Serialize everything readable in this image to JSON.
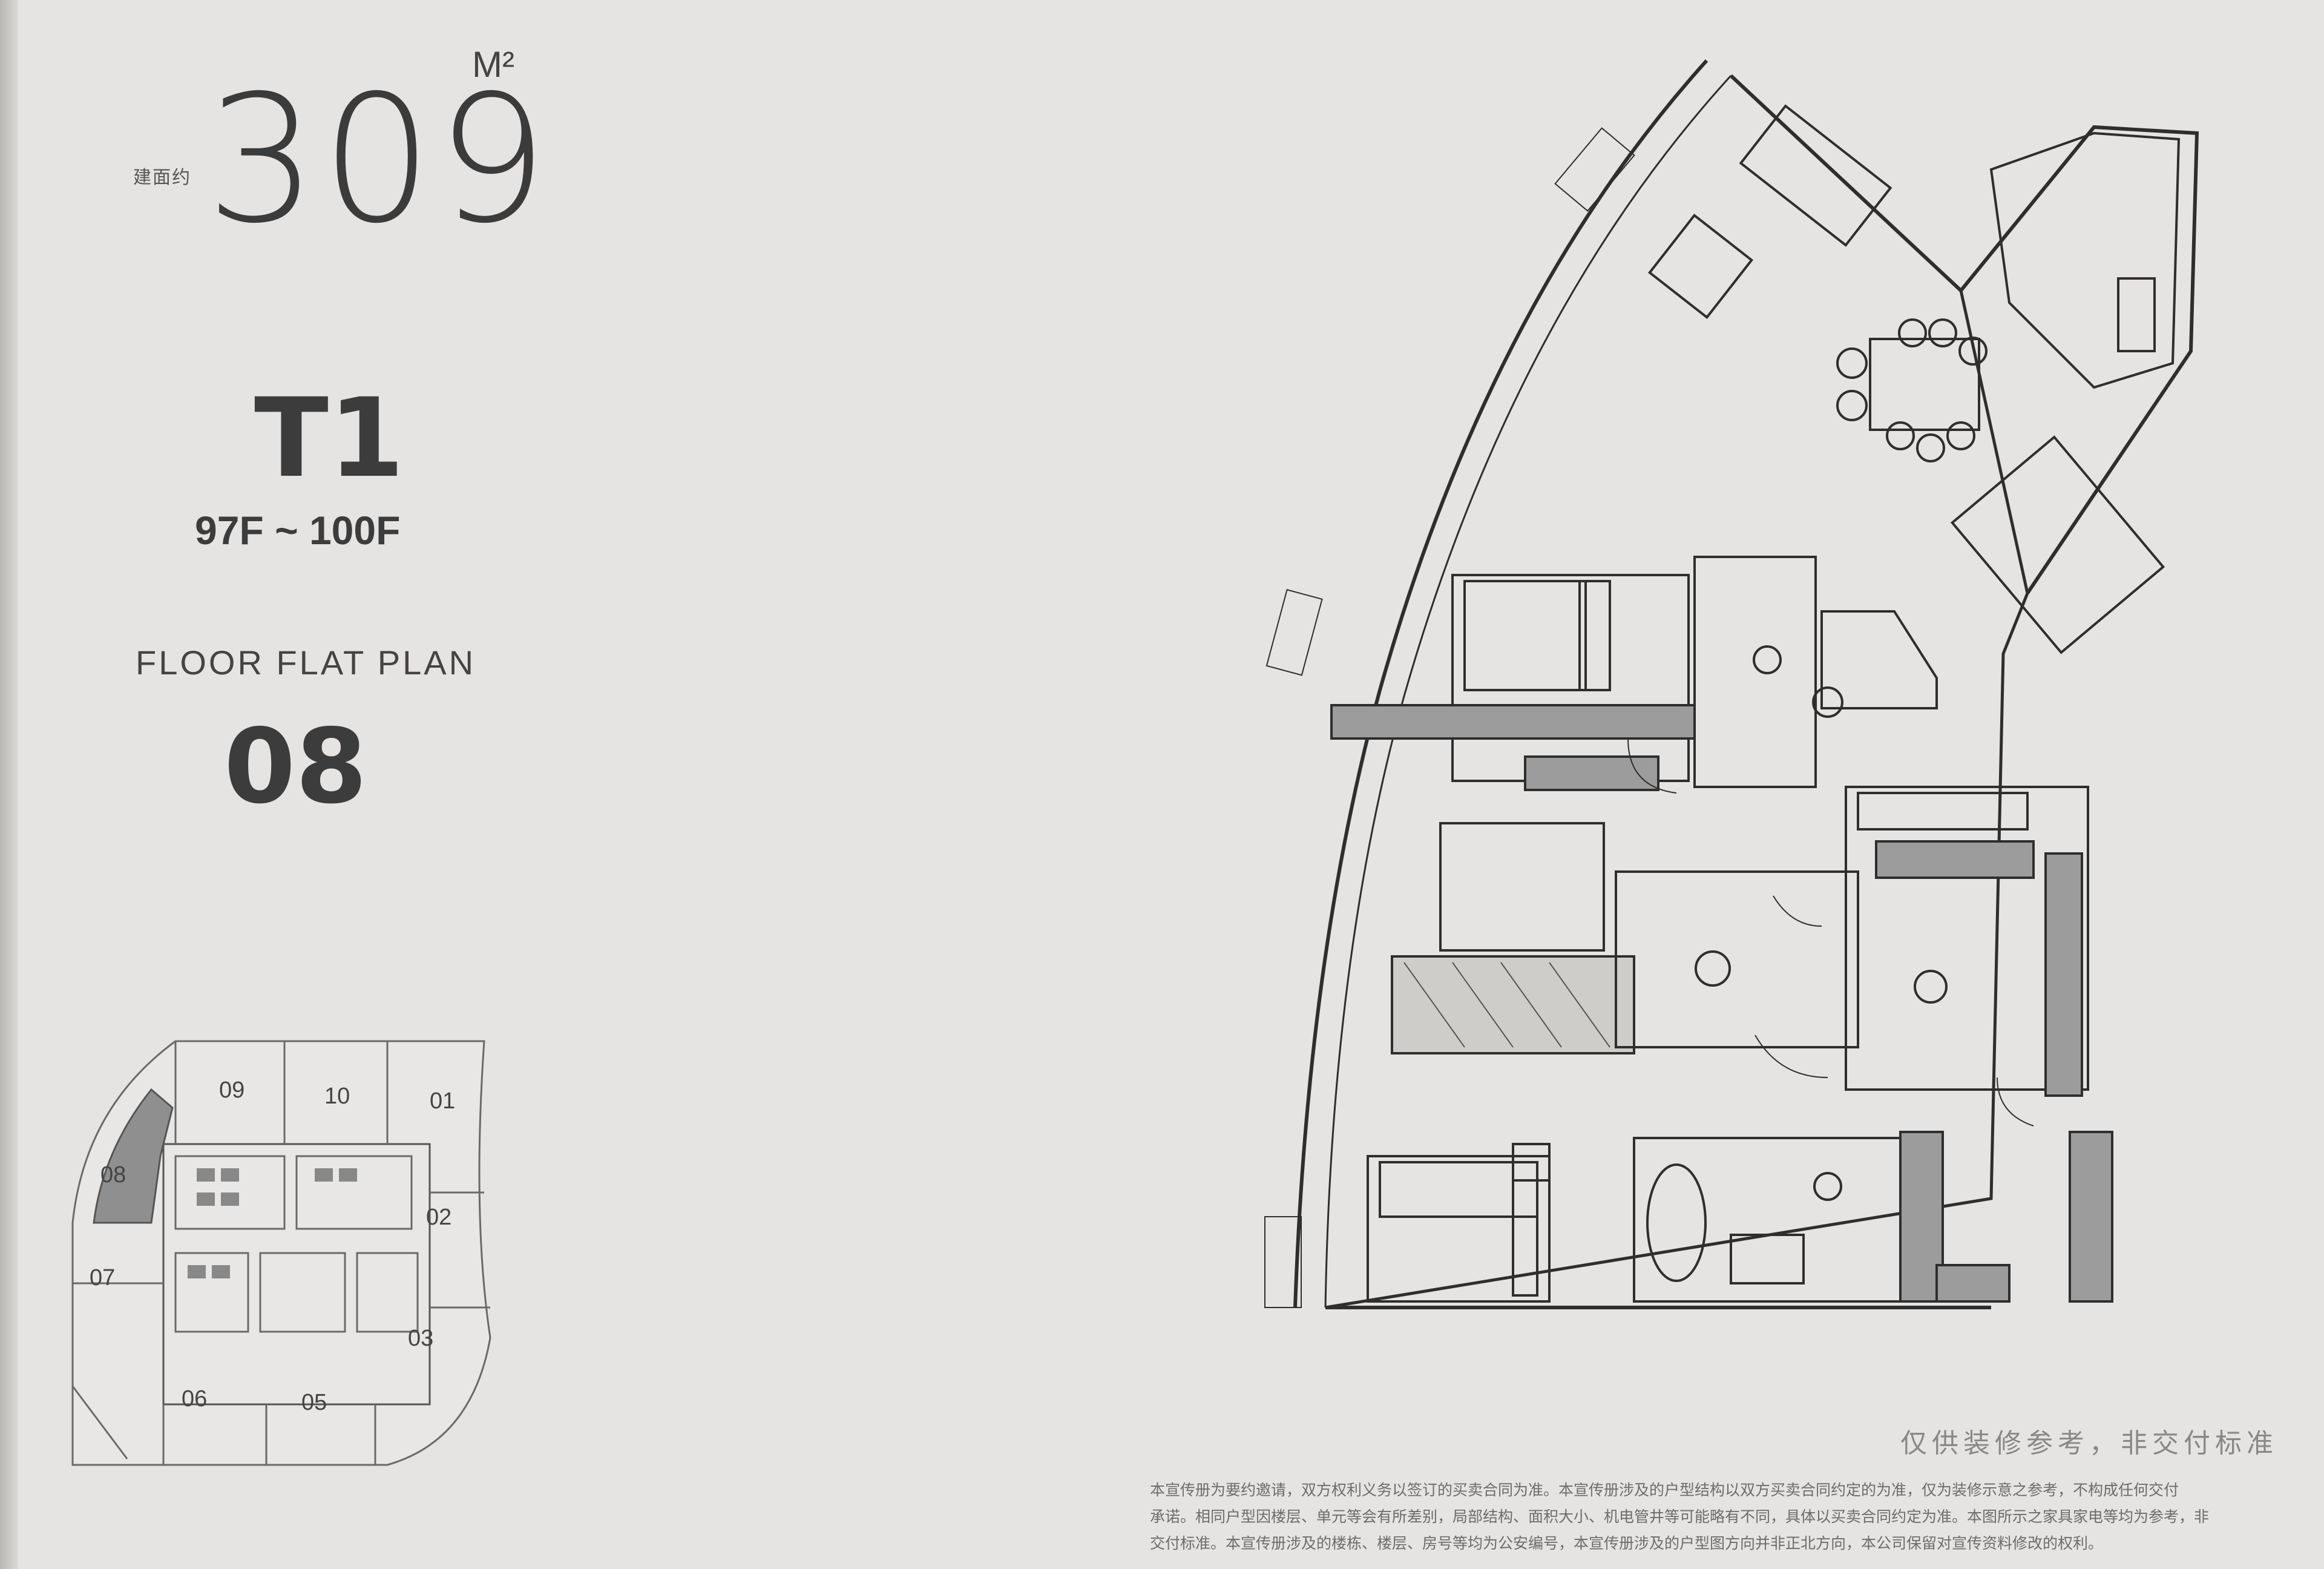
{
  "header": {
    "area_label": "建面约",
    "area_value": "309",
    "area_unit": "M²",
    "tower": "T1",
    "floors": "97F ~ 100F",
    "plan_label": "FLOOR FLAT PLAN",
    "unit_number": "08"
  },
  "key_plan": {
    "highlighted": "08",
    "units": [
      "09",
      "10",
      "01",
      "08",
      "02",
      "07",
      "03",
      "06",
      "05"
    ]
  },
  "footer": {
    "reference_note": "仅供装修参考，非交付标准",
    "disclaimer": "本宣传册为要约邀请，双方权利义务以签订的买卖合同为准。本宣传册涉及的户型结构以双方买卖合同约定的为准，仅为装修示意之参考，不构成任何交付\n承诺。相同户型因楼层、单元等会有所差别，局部结构、面积大小、机电管井等可能略有不同，具体以买卖合同约定为准。本图所示之家具家电等均为参考，非\n交付标准。本宣传册涉及的楼栋、楼层、房号等均为公安编号，本宣传册涉及的户型图方向并非正北方向，本公司保留对宣传资料修改的权利。"
  },
  "colors": {
    "paper": "#e6e4e2",
    "ink": "#3a3a3a",
    "highlight": "#8f8f8f"
  }
}
